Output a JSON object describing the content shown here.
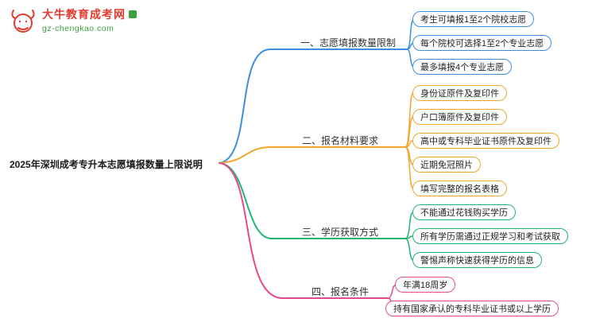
{
  "logo": {
    "title": "大牛教育成考网",
    "url": "gz-chengkao.com"
  },
  "root": {
    "label": "2025年深圳成考专升本志愿填报数量上限说明"
  },
  "colors": {
    "branch_blue": "#3d8fde",
    "branch_orange": "#f2a62d",
    "branch_green": "#20b573",
    "branch_pink": "#e94a8c",
    "brand_red": "#e23a2e",
    "brand_green": "#3aa13f"
  },
  "branches": [
    {
      "label": "一、志愿填报数量限制",
      "color": "#3d8fde",
      "children": [
        "考生可填报1至2个院校志愿",
        "每个院校可选择1至2个专业志愿",
        "最多填报4个专业志愿"
      ]
    },
    {
      "label": "二、报名材料要求",
      "color": "#f2a62d",
      "children": [
        "身份证原件及复印件",
        "户口簿原件及复印件",
        "高中或专科毕业证书原件及复印件",
        "近期免冠照片",
        "填写完整的报名表格"
      ]
    },
    {
      "label": "三、学历获取方式",
      "color": "#20b573",
      "children": [
        "不能通过花钱购买学历",
        "所有学历需通过正规学习和考试获取",
        "警惕声称快速获得学历的信息"
      ]
    },
    {
      "label": "四、报名条件",
      "color": "#e94a8c",
      "children": [
        "年满18周岁",
        "持有国家承认的专科毕业证书或以上学历"
      ]
    }
  ]
}
